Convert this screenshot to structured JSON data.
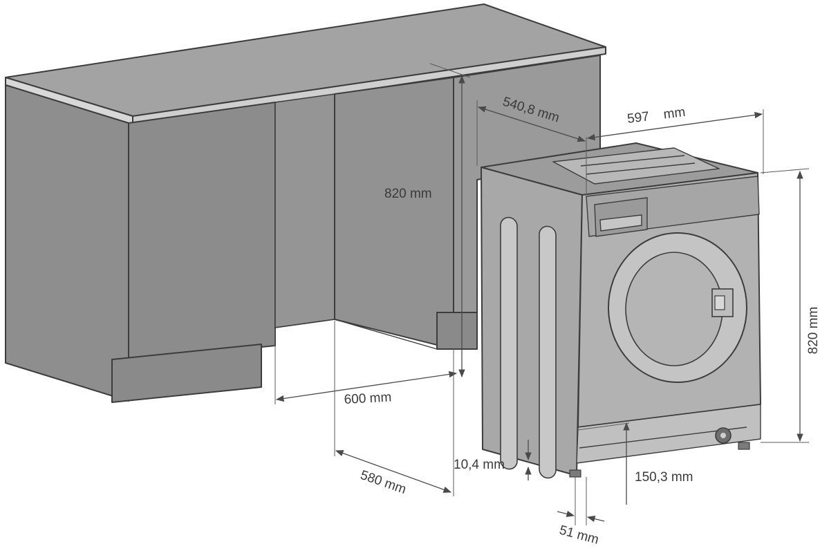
{
  "dimensions": {
    "cabinet_height": "820 mm",
    "machine_depth": "540,8 mm",
    "machine_width": "597    mm",
    "machine_height": "820 mm",
    "niche_width": "600 mm",
    "niche_depth": "580 mm",
    "foot_height": "10,4 mm",
    "plinth_offset": "150,3 mm",
    "foot_inset": "51 mm"
  },
  "colors": {
    "cabinet_fill": "#8e8e8e",
    "cabinet_side": "#9a9a9a",
    "countertop": "#a3a3a3",
    "plinth": "#8a8a8a",
    "machine_fill": "#a8a8a8",
    "machine_top": "#9c9c9c",
    "door_ring": "#c4c4c4",
    "line": "#3c3c3c"
  }
}
